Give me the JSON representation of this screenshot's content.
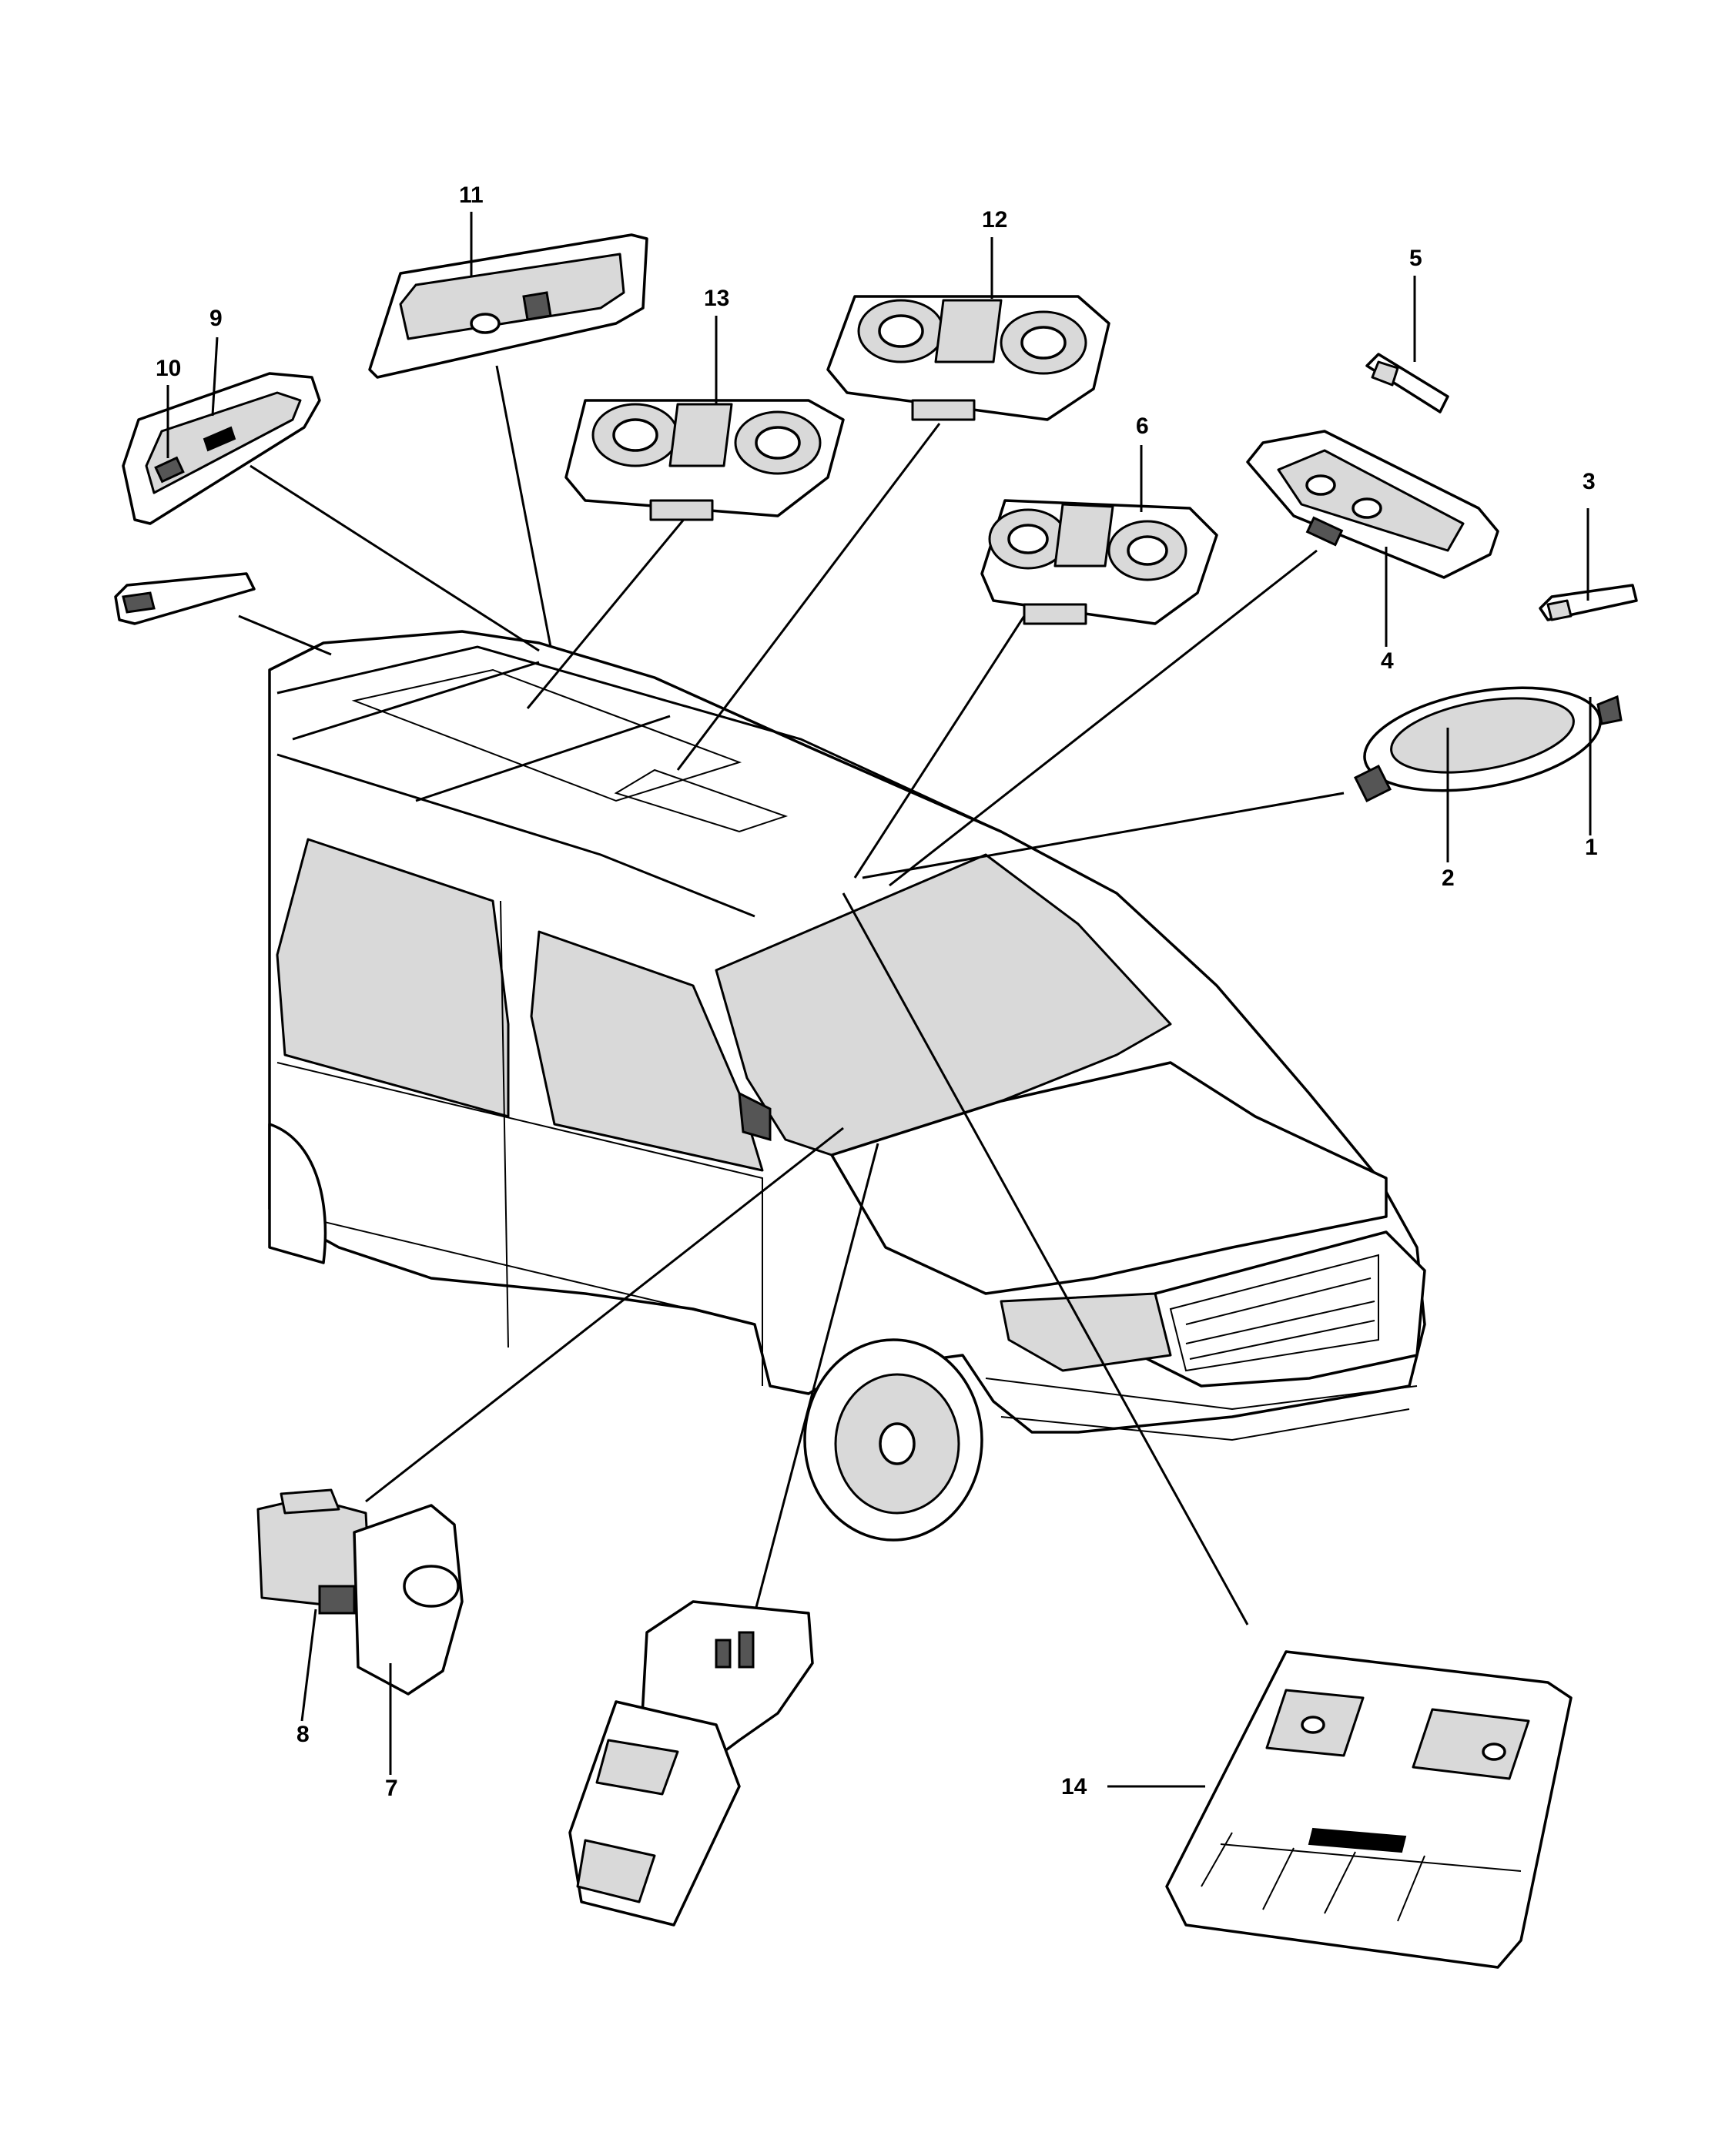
{
  "colors": {
    "line": "#000000",
    "background": "#ffffff"
  },
  "callouts": {
    "c1": "1",
    "c2": "2",
    "c3": "3",
    "c4": "4",
    "c5": "5",
    "c6": "6",
    "c7": "7",
    "c8": "8",
    "c9": "9",
    "c10": "10",
    "c11": "11",
    "c12": "12",
    "c13": "13",
    "c14": "14"
  }
}
